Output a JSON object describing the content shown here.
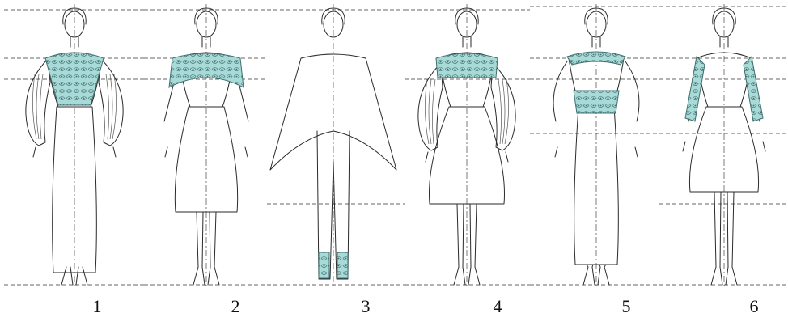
{
  "figures": [
    {
      "label": "1",
      "decor": [
        "yoke"
      ]
    },
    {
      "label": "2",
      "decor": [
        "shoulder-cape"
      ]
    },
    {
      "label": "3",
      "decor": [
        "trouser-hem"
      ]
    },
    {
      "label": "4",
      "decor": [
        "shoulder-yoke"
      ]
    },
    {
      "label": "5",
      "decor": [
        "shoulder-yoke",
        "waist-band"
      ]
    },
    {
      "label": "6",
      "decor": [
        "sleeves"
      ]
    }
  ],
  "colors": {
    "decor_fill": "#a8dad8",
    "decor_stroke": "#3f6f6e",
    "line": "#2a2a2a",
    "guide": "#333333"
  }
}
